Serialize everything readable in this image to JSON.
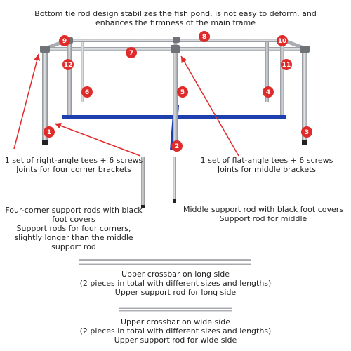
{
  "title_line1": "Bottom tie rod design stabilizes the fish pond, is not easy to deform, and",
  "title_line2": "enhances the firmness of the main frame",
  "badges": [
    "1",
    "2",
    "3",
    "4",
    "5",
    "6",
    "7",
    "8",
    "9",
    "10",
    "11",
    "12"
  ],
  "corner_tee": {
    "line1": "1 set of right-angle tees + 6 screws",
    "line2": "Joints for four corner brackets"
  },
  "middle_tee": {
    "line1": "1 set of flat-angle tees + 6 screws",
    "line2": "Joints for middle brackets"
  },
  "corner_rod": {
    "line1": "Four-corner support rods with black",
    "line2": "foot covers",
    "line3": "Support rods for four corners,",
    "line4": "slightly longer than the middle",
    "line5": "support rod"
  },
  "middle_rod": {
    "line1": "Middle support rod with black foot covers",
    "line2": "Support rod for middle"
  },
  "long_bar": {
    "line1": "Upper crossbar on long side",
    "line2": "(2 pieces in total with different sizes and lengths)",
    "line3": "Upper support rod for long side"
  },
  "wide_bar": {
    "line1": "Upper crossbar on wide side",
    "line2": "(2 pieces in total with different sizes and lengths)",
    "line3": "Upper support rod for wide side"
  },
  "colors": {
    "pipe": "#b9bcc1",
    "pipe_edge": "#7d8085",
    "tie_rod": "#1e3fae",
    "badge": "#e02b2b",
    "arrow": "#e02b2b"
  }
}
